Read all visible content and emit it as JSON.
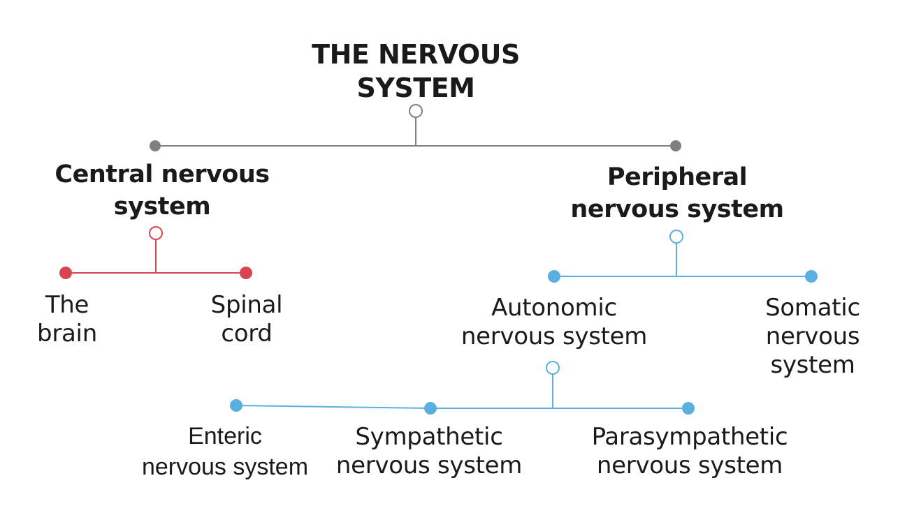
{
  "colors": {
    "gray": "#808080",
    "red": "#d64550",
    "blue": "#5aafe0",
    "text": "#1a1a1a"
  },
  "root": {
    "line1": "THE NERVOUS",
    "line2": "SYSTEM"
  },
  "central": {
    "line1": "Central nervous",
    "line2": "system",
    "children": {
      "brain": {
        "line1": "The",
        "line2": "brain"
      },
      "spinal": {
        "line1": "Spinal",
        "line2": "cord"
      }
    }
  },
  "peripheral": {
    "line1": "Peripheral",
    "line2": "nervous system",
    "children": {
      "autonomic": {
        "line1": "Autonomic",
        "line2": "nervous system"
      },
      "somatic": {
        "line1": "Somatic",
        "line2": "nervous",
        "line3": "system"
      }
    }
  },
  "autonomic_children": {
    "enteric": {
      "line1": "Enteric",
      "line2": "nervous system"
    },
    "sympathetic": {
      "line1": "Sympathetic",
      "line2": "nervous system"
    },
    "parasympathetic": {
      "line1": "Parasympathetic",
      "line2": "nervous system"
    }
  }
}
